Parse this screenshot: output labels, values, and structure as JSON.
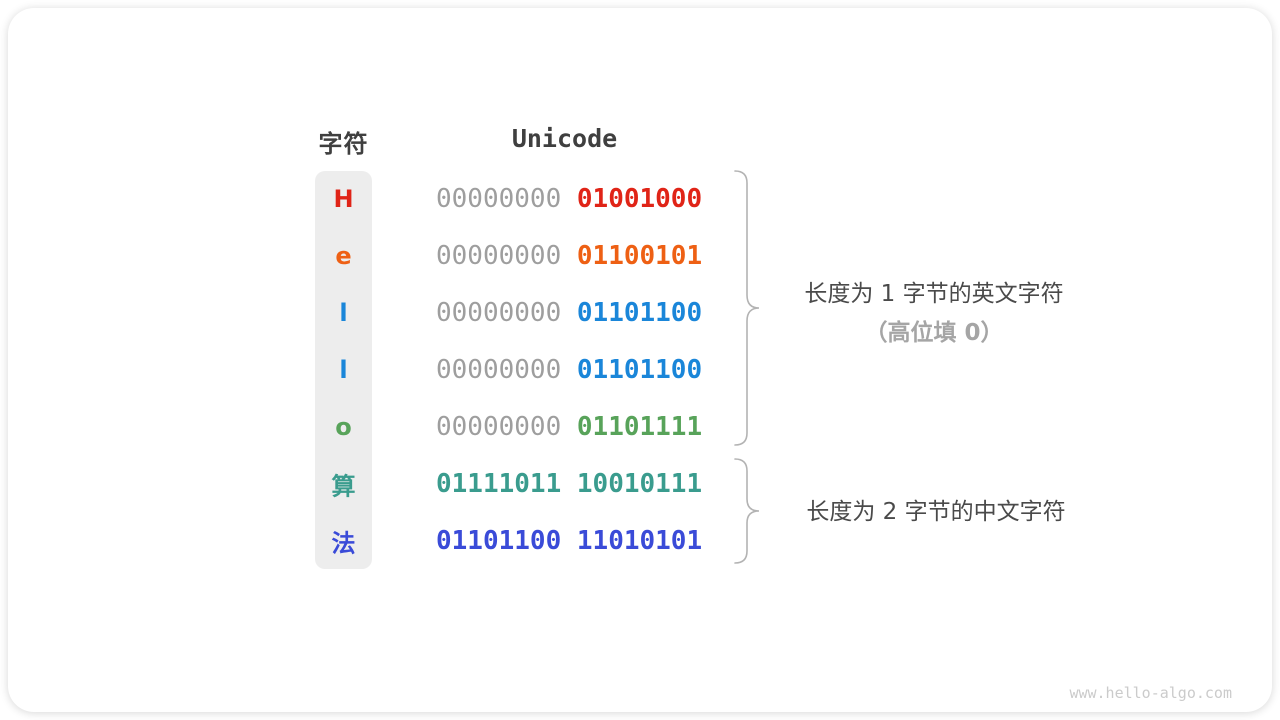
{
  "table": {
    "headers": {
      "char": "字符",
      "unicode": "Unicode"
    },
    "rows": [
      {
        "char": "H",
        "color": "#e02417",
        "byte1": "00000000",
        "byte1_color": "#9e9e9e",
        "byte2": "01001000",
        "byte2_color": "#e02417"
      },
      {
        "char": "e",
        "color": "#ee6014",
        "byte1": "00000000",
        "byte1_color": "#9e9e9e",
        "byte2": "01100101",
        "byte2_color": "#ee6014"
      },
      {
        "char": "l",
        "color": "#1a86d9",
        "byte1": "00000000",
        "byte1_color": "#9e9e9e",
        "byte2": "01101100",
        "byte2_color": "#1a86d9"
      },
      {
        "char": "l",
        "color": "#1a86d9",
        "byte1": "00000000",
        "byte1_color": "#9e9e9e",
        "byte2": "01101100",
        "byte2_color": "#1a86d9"
      },
      {
        "char": "o",
        "color": "#58a35a",
        "byte1": "00000000",
        "byte1_color": "#9e9e9e",
        "byte2": "01101111",
        "byte2_color": "#58a35a"
      },
      {
        "char": "算",
        "color": "#3a9c8e",
        "byte1": "01111011",
        "byte1_color": "#3a9c8e",
        "byte2": "10010111",
        "byte2_color": "#3a9c8e"
      },
      {
        "char": "法",
        "color": "#3a4bd8",
        "byte1": "01101100",
        "byte1_color": "#3a4bd8",
        "byte2": "11010101",
        "byte2_color": "#3a4bd8"
      }
    ]
  },
  "annotations": {
    "english_group_line1": "长度为 1 字节的英文字符",
    "english_group_line2": "（高位填 0）",
    "chinese_group_line1": "长度为 2 字节的中文字符"
  },
  "colors": {
    "padding_zero": "#9e9e9e",
    "header_text": "#3f3f3f",
    "annotation_text": "#4a4a4a",
    "annotation_muted": "#a5a5a5",
    "brace": "#b3b3b3",
    "char_column_bg": "#ededed",
    "watermark": "#cbcbcb"
  },
  "watermark": "www.hello-algo.com"
}
